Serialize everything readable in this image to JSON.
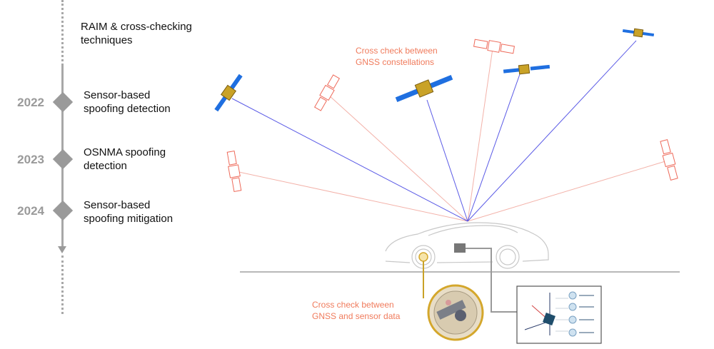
{
  "timeline": {
    "intro": [
      "RAIM & cross-checking",
      "techniques"
    ],
    "items": [
      {
        "year": "2022",
        "label": [
          "Sensor-based",
          "spoofing detection"
        ]
      },
      {
        "year": "2023",
        "label": [
          "OSNMA spoofing",
          "detection"
        ]
      },
      {
        "year": "2024",
        "label": [
          "Sensor-based",
          "spoofing mitigation"
        ]
      }
    ]
  },
  "captions": {
    "constellations": [
      "Cross check between",
      "GNSS constellations"
    ],
    "sensor": [
      "Cross check between",
      "GNSS and sensor data"
    ]
  },
  "colors": {
    "timeline": "#9a9a9a",
    "caption": "#f07b5c",
    "signal_line": "#5a5ae6",
    "outline_satellite": "#ee6a5a",
    "satellite_body": "#c9a227",
    "solar_panel": "#1f6fe0",
    "wheel_highlight": "#d4a72c"
  },
  "icons": [
    "satellite-icon",
    "satellite-outline-icon",
    "car-icon",
    "wheel-sensor-icon",
    "imu-panel-icon"
  ]
}
